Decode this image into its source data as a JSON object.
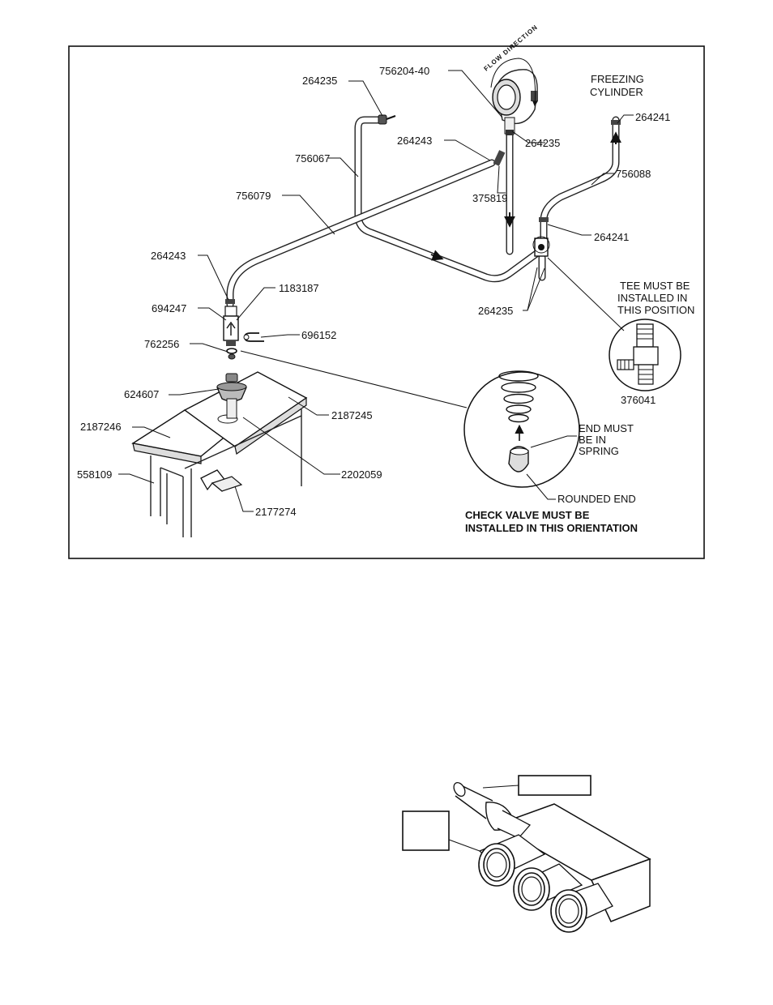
{
  "labels": {
    "l264235_top": "264235",
    "l756204": "756204-40",
    "freezing": "FREEZING",
    "cylinder": "CYLINDER",
    "l264241_top": "264241",
    "l264243_top": "264243",
    "l264235_valve": "264235",
    "l756067": "756067",
    "l756088": "756088",
    "l756079": "756079",
    "l375819": "375819",
    "l264241_mid": "264241",
    "l264243_left": "264243",
    "l1183187": "1183187",
    "l694247": "694247",
    "l696152": "696152",
    "l762256": "762256",
    "l264235_bottom": "264235",
    "l624607": "624607",
    "l2187245": "2187245",
    "l2187246": "2187246",
    "l558109": "558109",
    "l2202059": "2202059",
    "l2177274": "2177274",
    "l376041": "376041",
    "flow_direction": "FLOW DIRECTION"
  },
  "tee_note": [
    "TEE MUST BE",
    "INSTALLED IN",
    "THIS POSITION"
  ],
  "spring_note": [
    "END MUST",
    "BE IN",
    "SPRING"
  ],
  "rounded_end": "ROUNDED END",
  "check_note": [
    "CHECK VALVE MUST BE",
    "INSTALLED IN THIS ORIENTATION"
  ],
  "manifold_callouts": [
    "",
    ""
  ]
}
